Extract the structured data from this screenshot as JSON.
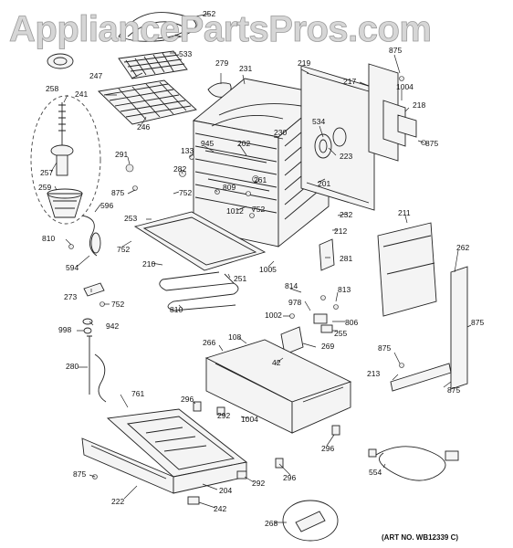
{
  "watermark": "AppliancePartsPros.com",
  "art_number": "(ART NO. WB12339 C)",
  "labels": [
    "252",
    "533",
    "279",
    "231",
    "219",
    "875",
    "217",
    "1004",
    "218",
    "875",
    "247",
    "241",
    "246",
    "258",
    "534",
    "223",
    "945",
    "202",
    "230",
    "133",
    "291",
    "282",
    "261",
    "201",
    "875",
    "752",
    "809",
    "1012",
    "752",
    "232",
    "211",
    "257",
    "259",
    "596",
    "253",
    "752",
    "810",
    "212",
    "262",
    "594",
    "210",
    "1005",
    "281",
    "251",
    "810",
    "273",
    "752",
    "814",
    "813",
    "978",
    "1002",
    "806",
    "942",
    "998",
    "255",
    "269",
    "108",
    "266",
    "280",
    "875",
    "875",
    "42",
    "213",
    "761",
    "296",
    "292",
    "1004",
    "296",
    "296",
    "554",
    "875",
    "292",
    "204",
    "222",
    "242",
    "268",
    "875"
  ]
}
